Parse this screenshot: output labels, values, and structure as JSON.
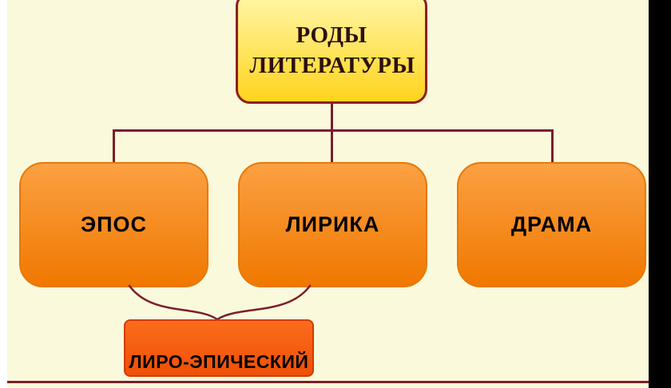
{
  "colors": {
    "background": "#FBF9DC",
    "line": "#7A1F2B",
    "title_box_top": "#FFF7A8",
    "title_box_bottom": "#FFD41C",
    "title_border": "#8B2020",
    "title_text": "#2E0F0F",
    "node_top": "#FBA142",
    "node_bottom": "#F07800",
    "node_border": "#E8780A",
    "node_text": "#000000",
    "merged_top": "#FB6C1C",
    "merged_bottom": "#EF5005",
    "merged_border": "#D23B00",
    "side_bar": "#000000"
  },
  "diagram": {
    "title": "РОДЫ ЛИТЕРАТУРЫ",
    "nodes": [
      {
        "label": "ЭПОС"
      },
      {
        "label": "ЛИРИКА"
      },
      {
        "label": "ДРАМА"
      }
    ],
    "merged_node": {
      "label": "ЛИРО-ЭПИЧЕСКИЙ"
    }
  }
}
